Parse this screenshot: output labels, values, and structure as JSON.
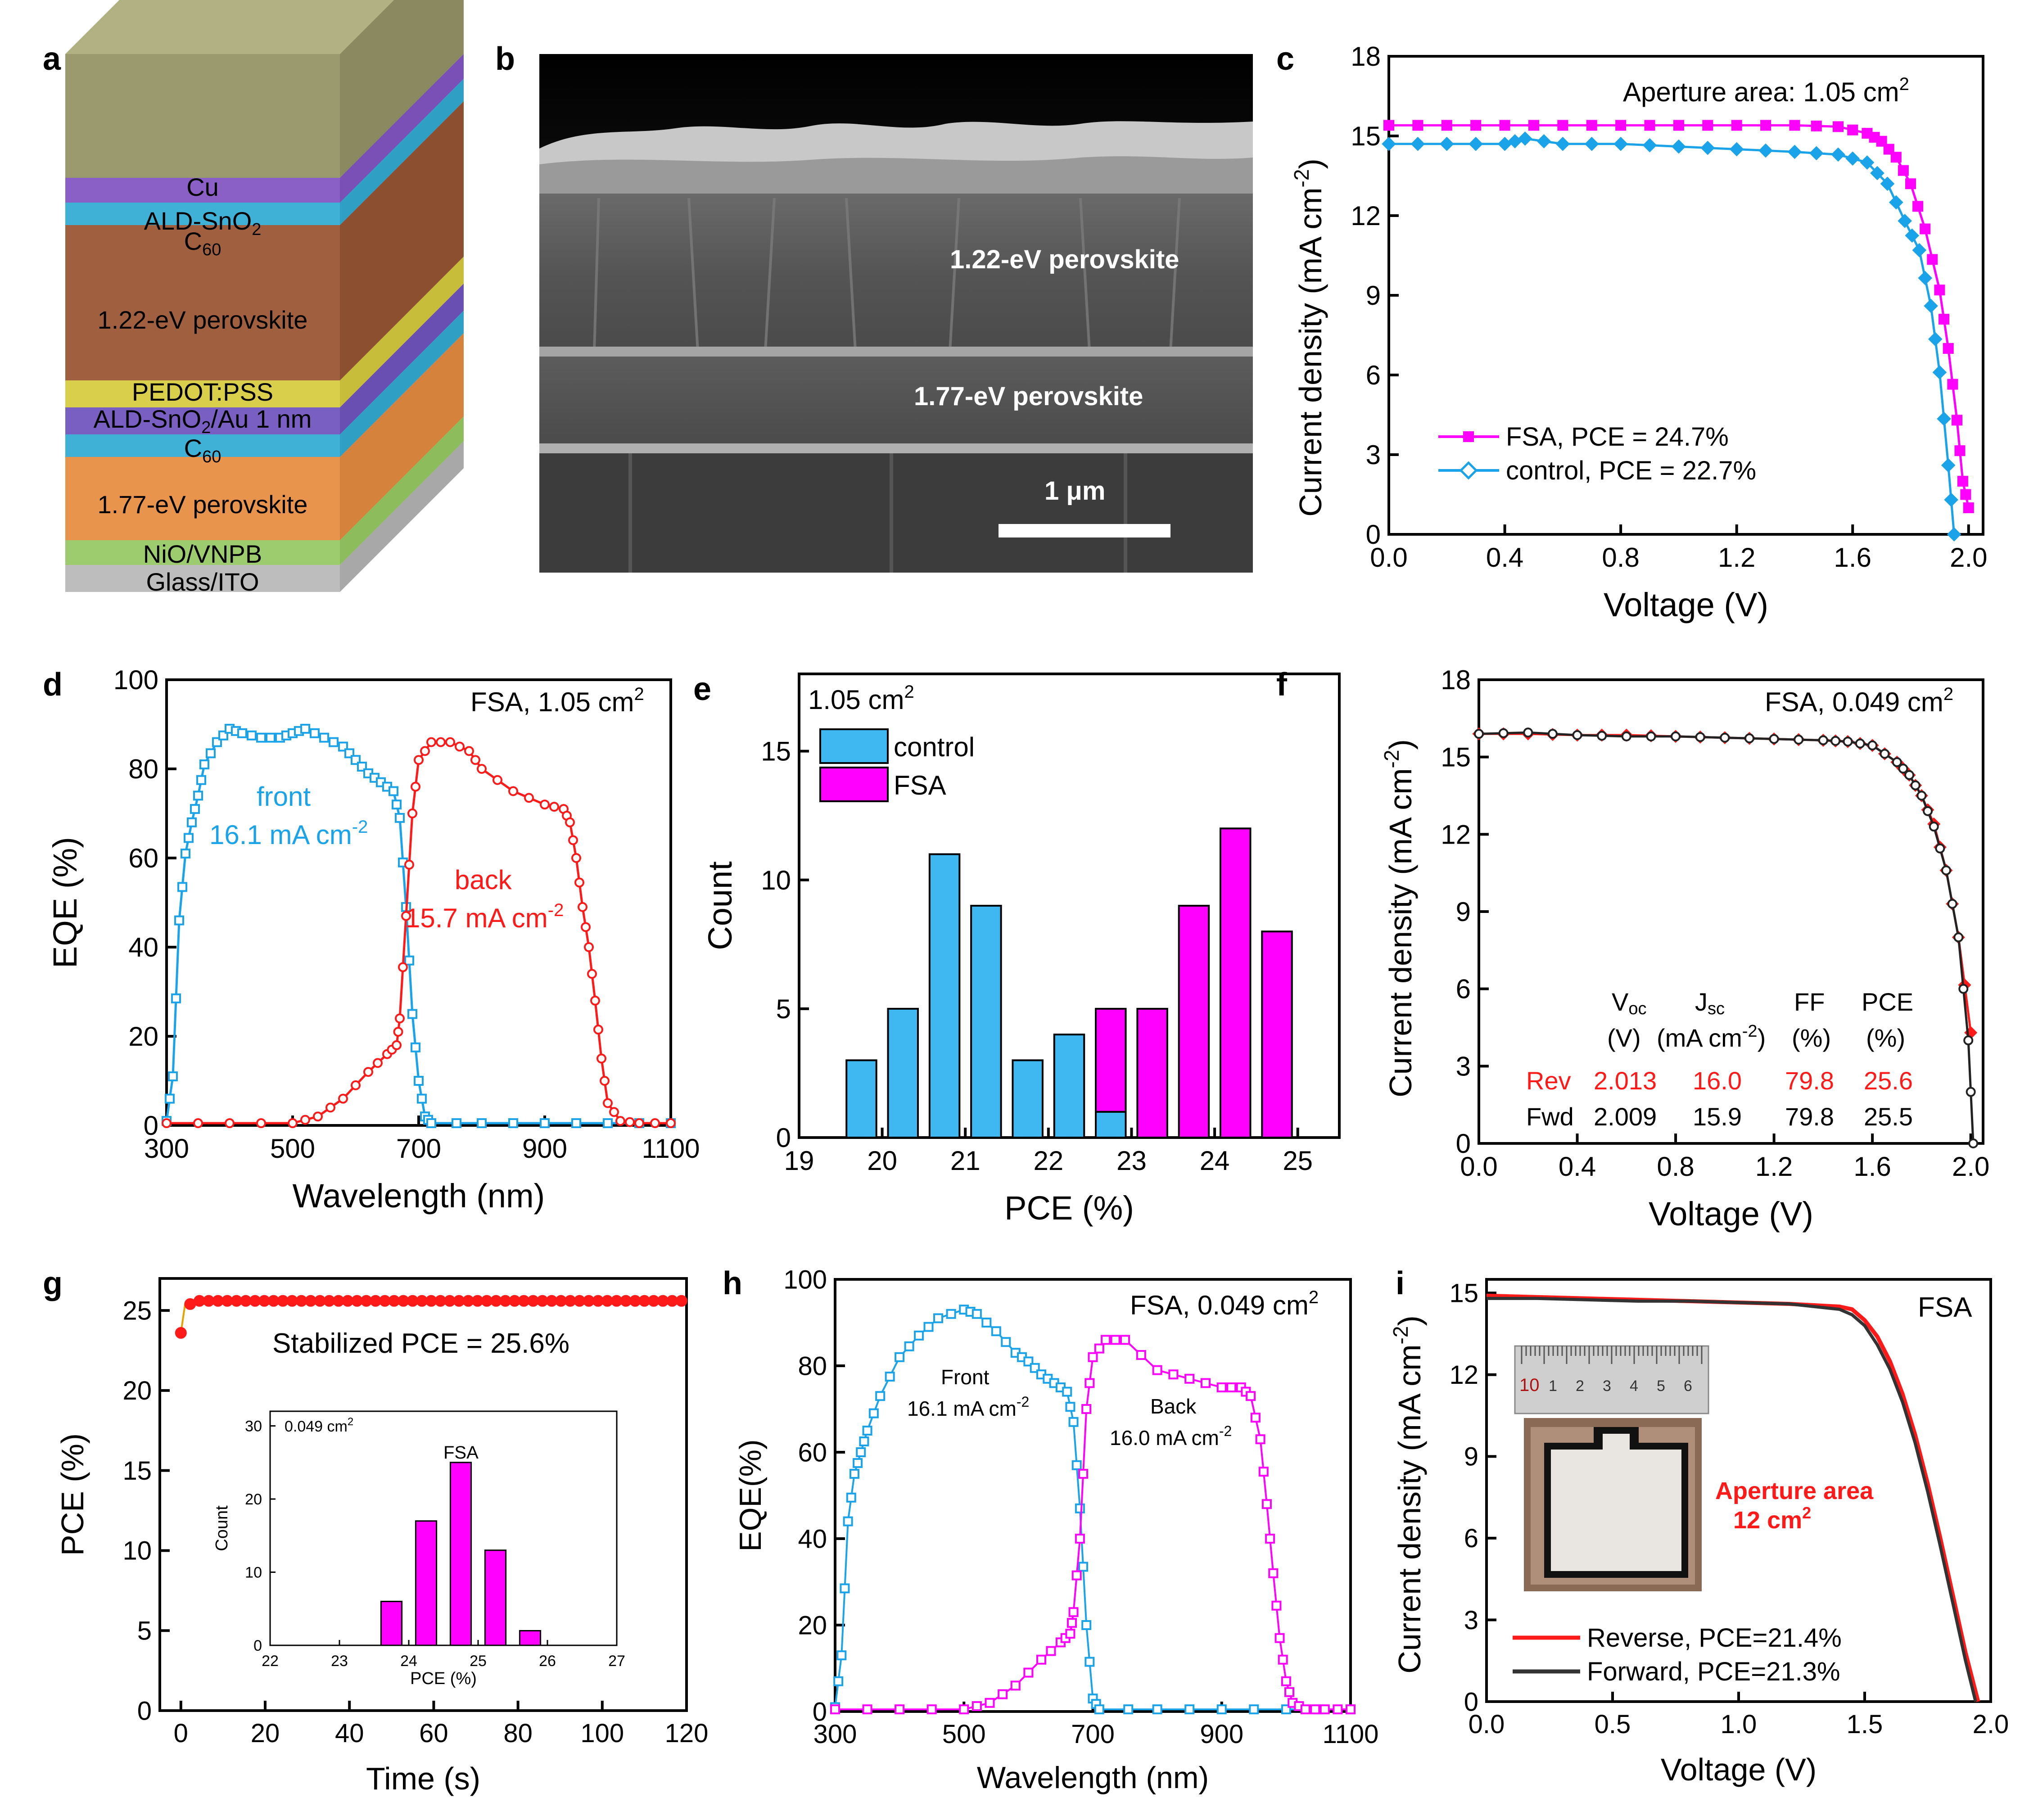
{
  "panels": {
    "a": {
      "letter": "a",
      "layers": [
        "Cu",
        "ALD-SnO",
        "C",
        "1.22-eV perovskite",
        "PEDOT:PSS",
        "ALD-SnO",
        "/Au 1 nm",
        "C",
        "1.77-eV perovskite",
        "NiO/VNPB",
        "Glass/ITO"
      ],
      "sub_2": "2",
      "sub_60": "60"
    },
    "b": {
      "letter": "b",
      "labels": [
        "1.22-eV perovskite",
        "1.77-eV perovskite"
      ],
      "scale_bar": "1 μm"
    },
    "c": {
      "letter": "c",
      "annotation": "Aperture area: 1.05 cm",
      "annotation_sup": "2",
      "xlabel": "Voltage (V)",
      "ylabel": "Current density (mA cm",
      "ylabel_sup": "-2",
      "ylabel_end": ")",
      "x_ticks": [
        "0.0",
        "0.4",
        "0.8",
        "1.2",
        "1.6",
        "2.0"
      ],
      "y_ticks": [
        "0",
        "3",
        "6",
        "9",
        "12",
        "15",
        "18"
      ],
      "legend": [
        "FSA, PCE = 24.7%",
        "control, PCE = 22.7%"
      ]
    },
    "d": {
      "letter": "d",
      "annotation": "FSA, 1.05 cm",
      "annotation_sup": "2",
      "xlabel": "Wavelength (nm)",
      "ylabel": "EQE (%)",
      "x_ticks": [
        "300",
        "500",
        "700",
        "900",
        "1100"
      ],
      "y_ticks": [
        "0",
        "20",
        "40",
        "60",
        "80",
        "100"
      ],
      "front_label": "front",
      "front_jsc": "16.1 mA cm",
      "back_label": "back",
      "back_jsc": "15.7 mA cm",
      "sup_m2": "-2"
    },
    "e": {
      "letter": "e",
      "annotation": "1.05 cm",
      "annotation_sup": "2",
      "xlabel": "PCE (%)",
      "ylabel": "Count",
      "x_ticks": [
        "19",
        "20",
        "21",
        "22",
        "23",
        "24",
        "25"
      ],
      "y_ticks": [
        "0",
        "5",
        "10",
        "15"
      ],
      "legend": [
        "control",
        "FSA"
      ]
    },
    "f": {
      "letter": "f",
      "annotation": "FSA, 0.049 cm",
      "annotation_sup": "2",
      "xlabel": "Voltage (V)",
      "ylabel": "Current density (mA cm",
      "ylabel_sup": "-2",
      "ylabel_end": ")",
      "x_ticks": [
        "0.0",
        "0.4",
        "0.8",
        "1.2",
        "1.6",
        "2.0"
      ],
      "y_ticks": [
        "0",
        "3",
        "6",
        "9",
        "12",
        "15",
        "18"
      ],
      "table": {
        "headers": [
          "V",
          "J",
          "FF",
          "PCE"
        ],
        "header_subs": [
          "oc",
          "sc",
          "",
          ""
        ],
        "units": [
          "(V)",
          "(mA cm",
          "(%)",
          "(%)"
        ],
        "units_sup": "-2",
        "units_end": ")",
        "rows": [
          {
            "label": "Rev",
            "values": [
              "2.013",
              "16.0",
              "79.8",
              "25.6"
            ]
          },
          {
            "label": "Fwd",
            "values": [
              "2.009",
              "15.9",
              "79.8",
              "25.5"
            ]
          }
        ]
      }
    },
    "g": {
      "letter": "g",
      "annotation": "Stabilized PCE = 25.6%",
      "xlabel": "Time (s)",
      "ylabel": "PCE (%)",
      "x_ticks": [
        "0",
        "20",
        "40",
        "60",
        "80",
        "100",
        "120"
      ],
      "y_ticks": [
        "0",
        "5",
        "10",
        "15",
        "20",
        "25"
      ],
      "inset": {
        "area": "0.049 cm",
        "area_sup": "2",
        "title": "FSA",
        "xlabel": "PCE (%)",
        "ylabel": "Count",
        "x_ticks": [
          "22",
          "23",
          "24",
          "25",
          "26",
          "27"
        ],
        "y_ticks": [
          "0",
          "10",
          "20",
          "30"
        ]
      }
    },
    "h": {
      "letter": "h",
      "annotation": "FSA, 0.049 cm",
      "annotation_sup": "2",
      "xlabel": "Wavelength (nm)",
      "ylabel": "EQE(%)",
      "x_ticks": [
        "300",
        "500",
        "700",
        "900",
        "1100"
      ],
      "y_ticks": [
        "0",
        "20",
        "40",
        "60",
        "80",
        "100"
      ],
      "front_label": "Front",
      "front_jsc": "16.1 mA cm",
      "back_label": "Back",
      "back_jsc": "16.0 mA cm",
      "sup_m2": "-2"
    },
    "i": {
      "letter": "i",
      "annotation": "FSA",
      "xlabel": "Voltage (V)",
      "ylabel": "Current density (mA cm",
      "ylabel_sup": "-2",
      "ylabel_end": ")",
      "x_ticks": [
        "0.0",
        "0.5",
        "1.0",
        "1.5",
        "2.0"
      ],
      "y_ticks": [
        "0",
        "3",
        "6",
        "9",
        "12",
        "15"
      ],
      "photo_label_1": "Aperture area",
      "photo_label_2": "12 cm",
      "photo_label_sup": "2",
      "ruler_ticks": [
        "10",
        "1",
        "2",
        "3",
        "4",
        "5",
        "6"
      ],
      "legend": [
        "Reverse, PCE=21.4%",
        "Forward, PCE=21.3%"
      ]
    }
  },
  "colors": {
    "magenta": "#ff00ff",
    "cyan": "#1aa3e8",
    "red": "#ff1a1a",
    "black": "#222222",
    "bar_blue": "#3fb8f2",
    "bar_magenta": "#ff00ff"
  },
  "chart_data": [
    {
      "panel": "c",
      "type": "line",
      "xlim": [
        0,
        2.05
      ],
      "ylim": [
        0,
        18
      ],
      "series": [
        {
          "name": "FSA, PCE = 24.7%",
          "color": "#ff00ff",
          "marker": "square",
          "x": [
            0.0,
            0.2,
            0.4,
            0.6,
            0.8,
            1.0,
            1.2,
            1.4,
            1.55,
            1.65,
            1.7,
            1.75,
            1.8,
            1.85,
            1.9,
            1.93,
            1.96,
            1.98,
            2.0
          ],
          "y": [
            15.4,
            15.4,
            15.4,
            15.4,
            15.4,
            15.4,
            15.4,
            15.4,
            15.35,
            15.1,
            14.8,
            14.2,
            13.2,
            11.5,
            9.2,
            7.0,
            4.3,
            2.0,
            1.0
          ]
        },
        {
          "name": "control, PCE = 22.7%",
          "color": "#1aa3e8",
          "marker": "diamond",
          "x": [
            0.0,
            0.2,
            0.4,
            0.47,
            0.6,
            0.8,
            1.0,
            1.2,
            1.4,
            1.55,
            1.65,
            1.72,
            1.78,
            1.83,
            1.87,
            1.9,
            1.93,
            1.95
          ],
          "y": [
            14.7,
            14.7,
            14.7,
            14.9,
            14.7,
            14.7,
            14.6,
            14.5,
            14.4,
            14.3,
            14.0,
            13.2,
            11.8,
            10.7,
            8.6,
            6.1,
            2.6,
            0.0
          ]
        }
      ]
    },
    {
      "panel": "d",
      "type": "line",
      "xlim": [
        300,
        1100
      ],
      "ylim": [
        0,
        100
      ],
      "series": [
        {
          "name": "front",
          "color": "#1aa3e8",
          "marker": "square",
          "x": [
            300,
            310,
            320,
            330,
            340,
            350,
            360,
            380,
            400,
            420,
            450,
            480,
            500,
            520,
            550,
            580,
            600,
            620,
            640,
            660,
            670,
            680,
            690,
            700,
            710,
            720,
            800,
            900,
            1000,
            1100
          ],
          "y": [
            1,
            11,
            46,
            61,
            68,
            74,
            81,
            86,
            89,
            88,
            87,
            87,
            88,
            89,
            87,
            85,
            82,
            79,
            77,
            75,
            69,
            49,
            25,
            10,
            2,
            0.5,
            0.5,
            0.5,
            0.5,
            0.5
          ]
        },
        {
          "name": "back",
          "color": "#ff1a1a",
          "marker": "circle",
          "x": [
            300,
            400,
            500,
            540,
            580,
            620,
            650,
            665,
            670,
            680,
            690,
            700,
            720,
            750,
            780,
            800,
            850,
            900,
            930,
            940,
            950,
            960,
            970,
            980,
            990,
            1000,
            1020,
            1050,
            1100
          ],
          "y": [
            0.5,
            0.5,
            0.5,
            2,
            6,
            12,
            16,
            18,
            24,
            47,
            70,
            82,
            86,
            86,
            84,
            80,
            75,
            72,
            71,
            68,
            60,
            49,
            40,
            28,
            15,
            5,
            1,
            0.5,
            0.5
          ]
        }
      ]
    },
    {
      "panel": "e",
      "type": "bar",
      "xlim": [
        19,
        25.5
      ],
      "ylim": [
        0,
        18
      ],
      "series": [
        {
          "name": "control",
          "color": "#3fb8f2",
          "x": [
            19.75,
            20.25,
            20.75,
            21.25,
            21.75,
            22.25,
            22.75
          ],
          "values": [
            3,
            5,
            11,
            9,
            3,
            4,
            1
          ]
        },
        {
          "name": "FSA",
          "color": "#ff00ff",
          "x": [
            22.75,
            23.25,
            23.75,
            24.25,
            24.75
          ],
          "values": [
            4,
            5,
            9,
            12,
            8
          ]
        }
      ]
    },
    {
      "panel": "f",
      "type": "line",
      "xlim": [
        0,
        2.05
      ],
      "ylim": [
        0,
        18
      ],
      "series": [
        {
          "name": "Rev",
          "color": "#ff1a1a",
          "marker": "diamond",
          "x": [
            0.0,
            0.2,
            0.4,
            0.6,
            0.8,
            1.0,
            1.2,
            1.4,
            1.5,
            1.6,
            1.7,
            1.75,
            1.8,
            1.85,
            1.9,
            1.95,
            2.0
          ],
          "y": [
            15.9,
            15.9,
            15.85,
            15.85,
            15.8,
            15.75,
            15.7,
            15.65,
            15.6,
            15.45,
            14.8,
            14.3,
            13.5,
            12.4,
            10.6,
            8.0,
            4.3
          ]
        },
        {
          "name": "Fwd",
          "color": "#222222",
          "marker": "circle-open",
          "x": [
            0.0,
            0.2,
            0.4,
            0.6,
            0.8,
            1.0,
            1.2,
            1.4,
            1.5,
            1.6,
            1.7,
            1.75,
            1.8,
            1.85,
            1.9,
            1.95,
            1.99,
            2.01
          ],
          "y": [
            15.9,
            15.95,
            15.85,
            15.8,
            15.8,
            15.75,
            15.7,
            15.65,
            15.6,
            15.45,
            14.8,
            14.3,
            13.5,
            12.3,
            10.6,
            8.0,
            4.0,
            0.0
          ]
        }
      ]
    },
    {
      "panel": "g",
      "type": "line",
      "xlim": [
        -5,
        120
      ],
      "ylim": [
        0,
        27
      ],
      "series": [
        {
          "name": "Stabilized PCE",
          "color": "#ff1a1a",
          "marker": "circle",
          "x": [
            0,
            1,
            2,
            4,
            8,
            15,
            30,
            45,
            60,
            75,
            90,
            105,
            120
          ],
          "y": [
            23.6,
            25.4,
            25.5,
            25.6,
            25.6,
            25.6,
            25.6,
            25.6,
            25.6,
            25.6,
            25.6,
            25.6,
            25.6
          ]
        }
      ]
    },
    {
      "panel": "g-inset",
      "type": "bar",
      "xlim": [
        22,
        27
      ],
      "ylim": [
        0,
        32
      ],
      "series": [
        {
          "name": "FSA",
          "color": "#ff00ff",
          "x": [
            23.75,
            24.25,
            24.75,
            25.25,
            25.75
          ],
          "values": [
            6,
            17,
            25,
            13,
            2
          ]
        }
      ]
    },
    {
      "panel": "h",
      "type": "line",
      "xlim": [
        300,
        1100
      ],
      "ylim": [
        0,
        100
      ],
      "series": [
        {
          "name": "Front",
          "color": "#1aa3e8",
          "marker": "square",
          "x": [
            300,
            310,
            320,
            330,
            340,
            350,
            370,
            400,
            430,
            460,
            500,
            520,
            550,
            580,
            600,
            620,
            640,
            660,
            670,
            680,
            690,
            700,
            710,
            800,
            900,
            1000,
            1100
          ],
          "y": [
            1,
            13,
            44,
            55,
            60,
            65,
            73,
            82,
            87,
            91,
            93,
            92,
            88,
            83,
            81,
            78,
            76,
            74,
            67,
            47,
            20,
            3,
            0.5,
            0.5,
            0.5,
            0.5,
            0.5
          ]
        },
        {
          "name": "Back",
          "color": "#ff00ff",
          "marker": "square",
          "x": [
            300,
            400,
            500,
            540,
            580,
            620,
            650,
            665,
            670,
            680,
            690,
            700,
            720,
            750,
            800,
            850,
            900,
            930,
            945,
            960,
            970,
            980,
            990,
            1000,
            1010,
            1030,
            1060,
            1100
          ],
          "y": [
            0.5,
            0.5,
            0.5,
            2,
            6,
            12,
            16,
            18,
            23,
            40,
            70,
            82,
            86,
            86,
            79,
            77,
            75,
            75,
            73,
            63,
            48,
            32,
            17,
            7,
            2,
            0.5,
            0.5,
            0.5
          ]
        }
      ]
    },
    {
      "panel": "i",
      "type": "line",
      "xlim": [
        0,
        2.0
      ],
      "ylim": [
        0,
        15.5
      ],
      "series": [
        {
          "name": "Reverse, PCE=21.4%",
          "color": "#ff1a1a",
          "x": [
            0.0,
            0.2,
            0.4,
            0.6,
            0.8,
            1.0,
            1.2,
            1.3,
            1.4,
            1.45,
            1.5,
            1.55,
            1.6,
            1.65,
            1.7,
            1.75,
            1.8,
            1.85,
            1.9,
            1.95
          ],
          "y": [
            14.9,
            14.85,
            14.8,
            14.75,
            14.7,
            14.65,
            14.6,
            14.55,
            14.5,
            14.4,
            14.0,
            13.4,
            12.5,
            11.3,
            9.8,
            8.0,
            6.0,
            3.9,
            1.8,
            0.0
          ]
        },
        {
          "name": "Forward, PCE=21.3%",
          "color": "#333333",
          "x": [
            0.0,
            0.2,
            0.4,
            0.6,
            0.8,
            1.0,
            1.2,
            1.3,
            1.4,
            1.45,
            1.5,
            1.55,
            1.6,
            1.65,
            1.7,
            1.75,
            1.8,
            1.85,
            1.9,
            1.94
          ],
          "y": [
            14.8,
            14.8,
            14.75,
            14.7,
            14.7,
            14.65,
            14.6,
            14.5,
            14.4,
            14.2,
            13.8,
            13.1,
            12.2,
            11.0,
            9.5,
            7.7,
            5.7,
            3.6,
            1.5,
            0.0
          ]
        }
      ]
    }
  ]
}
